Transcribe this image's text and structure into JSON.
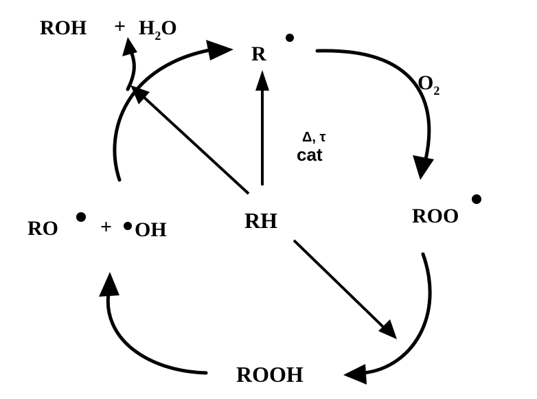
{
  "species": {
    "alcohol": "ROH",
    "plus": "+",
    "water_main": "H",
    "water_sub": "2",
    "water_end": "O",
    "alkyl": "R",
    "o2_main": "O",
    "o2_sub": "2",
    "conditions_top": "Δ, τ",
    "conditions_bottom": "cat",
    "peroxy": "ROO",
    "hydrocarbon": "RH",
    "alkoxy": "RO",
    "plus_2": "+",
    "hydroxyl": "OH",
    "hydroperoxide": "ROOH"
  }
}
